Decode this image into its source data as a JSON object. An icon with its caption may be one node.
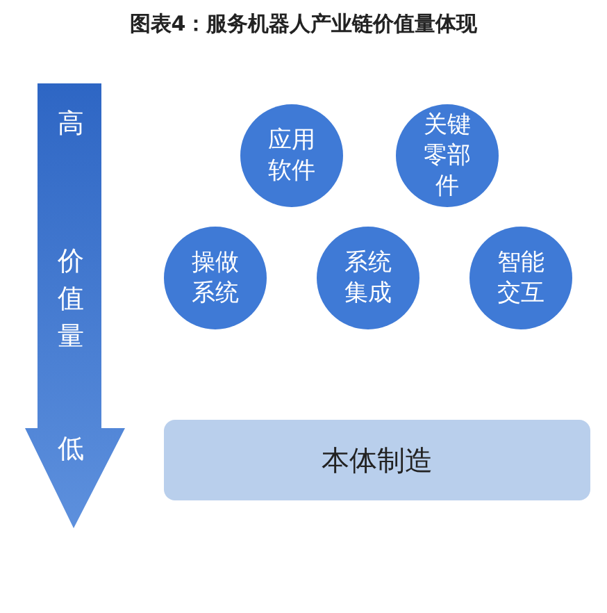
{
  "diagram": {
    "title": "图表4：服务机器人产业链价值量体现",
    "nodes": [
      {
        "text": [
          "高",
          "价值量",
          "低"
        ]
      },
      {
        "text": [
          "应用软件"
        ]
      },
      {
        "text": [
          "关键零部件"
        ]
      },
      {
        "text": [
          "操做系统"
        ]
      },
      {
        "text": [
          "系统集成"
        ]
      },
      {
        "text": [
          "智能交互"
        ]
      },
      {
        "text": [
          "本体制造"
        ]
      }
    ]
  }
}
